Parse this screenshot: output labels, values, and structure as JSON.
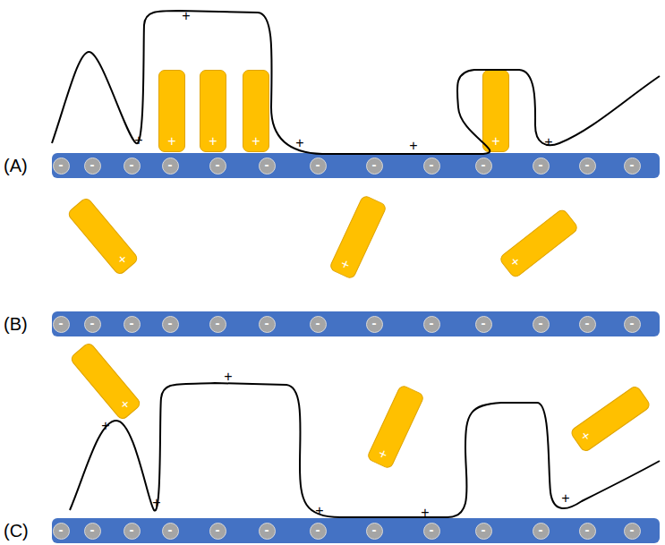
{
  "diagram": {
    "nodes": [
      {
        "text": [
          "+"
        ]
      },
      {
        "text": [
          "+"
        ]
      },
      {
        "text": [
          "+"
        ]
      },
      {
        "text": [
          "+"
        ]
      },
      {
        "text": [
          "(A)"
        ]
      },
      {
        "text": [
          "-"
        ],
        "in": 4
      },
      {
        "text": [
          "-"
        ],
        "in": 4
      },
      {
        "text": [
          "-"
        ],
        "in": 4
      },
      {
        "text": [
          "-"
        ],
        "in": 4
      },
      {
        "text": [
          "-"
        ],
        "in": 4
      },
      {
        "text": [
          "-"
        ],
        "in": 4
      },
      {
        "text": [
          "-"
        ],
        "in": 4
      },
      {
        "text": [
          "-"
        ],
        "in": 4
      },
      {
        "text": [
          "-"
        ],
        "in": 4
      },
      {
        "text": [
          "-"
        ],
        "in": 4
      },
      {
        "text": [
          "-"
        ],
        "in": 4
      },
      {
        "text": [
          "-"
        ],
        "in": 4
      },
      {
        "text": [
          "-"
        ],
        "in": 4
      },
      {
        "text": [
          "+"
        ]
      },
      {
        "text": [
          "+"
        ]
      },
      {
        "text": [
          "+"
        ]
      },
      {
        "text": [
          "(B)"
        ]
      },
      {
        "text": [
          "-"
        ],
        "in": 21
      },
      {
        "text": [
          "-"
        ],
        "in": 21
      },
      {
        "text": [
          "-"
        ],
        "in": 21
      },
      {
        "text": [
          "-"
        ],
        "in": 21
      },
      {
        "text": [
          "-"
        ],
        "in": 21
      },
      {
        "text": [
          "-"
        ],
        "in": 21
      },
      {
        "text": [
          "-"
        ],
        "in": 21
      },
      {
        "text": [
          "-"
        ],
        "in": 21
      },
      {
        "text": [
          "-"
        ],
        "in": 21
      },
      {
        "text": [
          "-"
        ],
        "in": 21
      },
      {
        "text": [
          "-"
        ],
        "in": 21
      },
      {
        "text": [
          "-"
        ],
        "in": 21
      },
      {
        "text": [
          "-"
        ],
        "in": 21
      },
      {
        "text": [
          "+"
        ]
      },
      {
        "text": [
          "+"
        ]
      },
      {
        "text": [
          "+"
        ]
      },
      {
        "text": [
          "(C)"
        ]
      },
      {
        "text": [
          "-"
        ],
        "in": 38
      },
      {
        "text": [
          "-"
        ],
        "in": 38
      },
      {
        "text": [
          "-"
        ],
        "in": 38
      },
      {
        "text": [
          "-"
        ],
        "in": 38
      },
      {
        "text": [
          "-"
        ],
        "in": 38
      },
      {
        "text": [
          "-"
        ],
        "in": 38
      },
      {
        "text": [
          "-"
        ],
        "in": 38
      },
      {
        "text": [
          "-"
        ],
        "in": 38
      },
      {
        "text": [
          "-"
        ],
        "in": 38
      },
      {
        "text": [
          "-"
        ],
        "in": 38
      },
      {
        "text": [
          "-"
        ],
        "in": 38
      },
      {
        "text": [
          "-"
        ],
        "in": 38
      },
      {
        "text": [
          "-"
        ],
        "in": 38
      }
    ],
    "labels": [
      "+",
      "+",
      "+",
      "+",
      "+",
      "+",
      "+",
      "+",
      "+",
      "+",
      "+"
    ]
  }
}
